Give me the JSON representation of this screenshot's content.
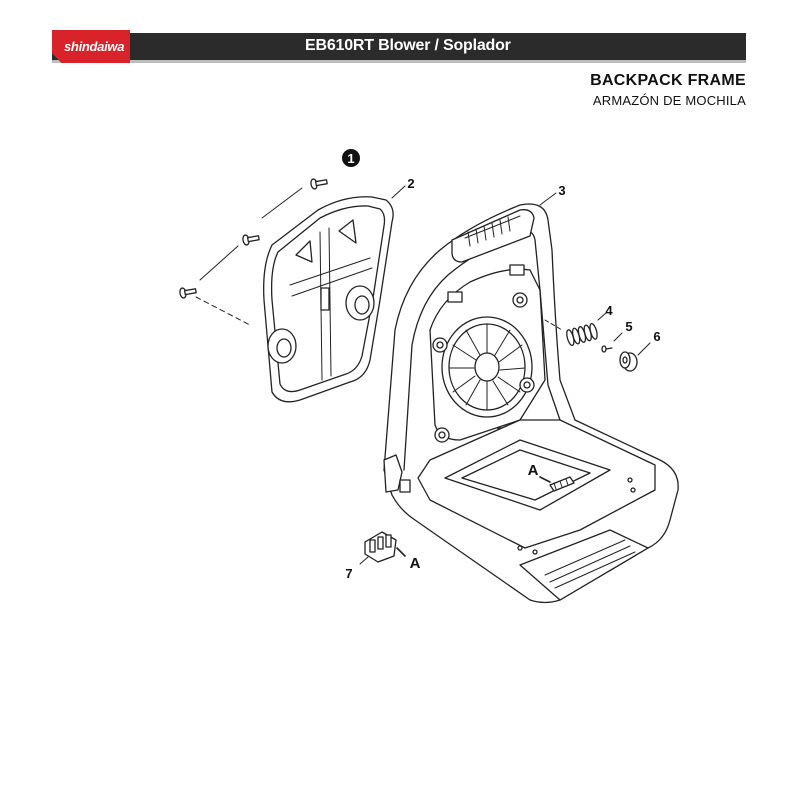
{
  "header": {
    "brand": "shindaiwa",
    "title": "EB610RT Blower / Soplador",
    "accent_color": "#d8232a",
    "bar_color": "#2b2b2b"
  },
  "section": {
    "title": "BACKPACK FRAME",
    "subtitle": "ARMAZÓN DE MOCHILA"
  },
  "callouts": {
    "c1": "1",
    "c2": "2",
    "c3": "3",
    "c4": "4",
    "c5": "5",
    "c6": "6",
    "c7": "7",
    "refA1": "A",
    "refA2": "A"
  }
}
